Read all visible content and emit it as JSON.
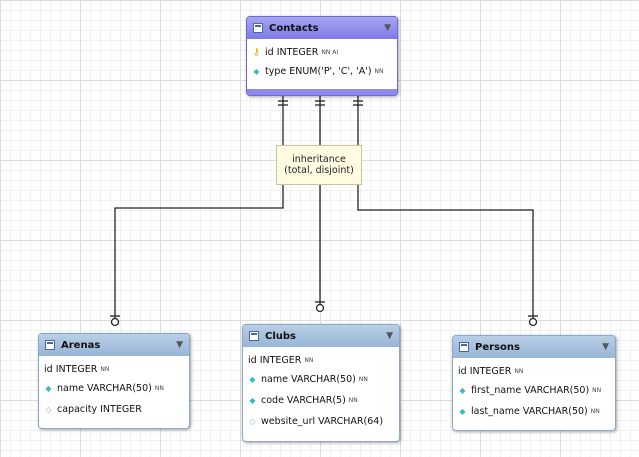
{
  "tables": {
    "contacts": {
      "title": "Contacts",
      "columns": [
        {
          "name": "id INTEGER",
          "flags": "NN AI",
          "icon": "key-icon"
        },
        {
          "name": "type ENUM('P', 'C', 'A')",
          "flags": "NN",
          "icon": "diamond-icon"
        }
      ]
    },
    "arenas": {
      "title": "Arenas",
      "columns": [
        {
          "name": "id INTEGER",
          "flags": "NN",
          "icon": "none"
        },
        {
          "name": "name VARCHAR(50)",
          "flags": "NN",
          "icon": "diamond-icon"
        },
        {
          "name": "capacity INTEGER",
          "flags": "",
          "icon": "hollow-diamond-icon"
        }
      ]
    },
    "clubs": {
      "title": "Clubs",
      "columns": [
        {
          "name": "id INTEGER",
          "flags": "NN",
          "icon": "none"
        },
        {
          "name": "name VARCHAR(50)",
          "flags": "NN",
          "icon": "diamond-icon"
        },
        {
          "name": "code VARCHAR(5)",
          "flags": "NN",
          "icon": "diamond-icon"
        },
        {
          "name": "website_url VARCHAR(64)",
          "flags": "",
          "icon": "hollow-diamond-icon"
        }
      ]
    },
    "persons": {
      "title": "Persons",
      "columns": [
        {
          "name": "id INTEGER",
          "flags": "NN",
          "icon": "none"
        },
        {
          "name": "first_name VARCHAR(50)",
          "flags": "NN",
          "icon": "diamond-icon"
        },
        {
          "name": "last_name VARCHAR(50)",
          "flags": "NN",
          "icon": "diamond-icon"
        }
      ]
    }
  },
  "inheritance": {
    "line1": "inheritance",
    "line2": "(total, disjoint)"
  },
  "colors": {
    "contacts_header": "#8d8aeb",
    "table_header": "#a9c4e1",
    "note_bg": "#fffbe0"
  }
}
